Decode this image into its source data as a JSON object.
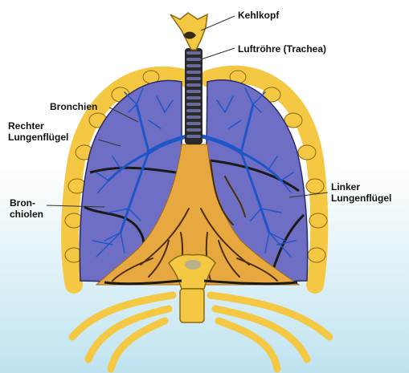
{
  "colors": {
    "background_top": "#ffffff",
    "background_bottom": "#bfe3ef",
    "bone": "#f4c842",
    "bone_outline": "#8a6a10",
    "lung": "#6e6fc4",
    "lung_light": "#8f90da",
    "vessel": "#1e56c8",
    "mediastinum": "#e8a840",
    "dark_branches": "#4a2e08",
    "cartilage": "#2a2a2a",
    "leader_line": "#333333"
  },
  "labels": {
    "kehlkopf": "Kehlkopf",
    "luftroehre": "Luftröhre (Trachea)",
    "bronchien": "Bronchien",
    "rechter_line1": "Rechter",
    "rechter_line2": "Lungenflügel",
    "bronchiolen_line1": "Bron-",
    "bronchiolen_line2": "chiolen",
    "linker_line1": "Linker",
    "linker_line2": "Lungenflügel"
  }
}
